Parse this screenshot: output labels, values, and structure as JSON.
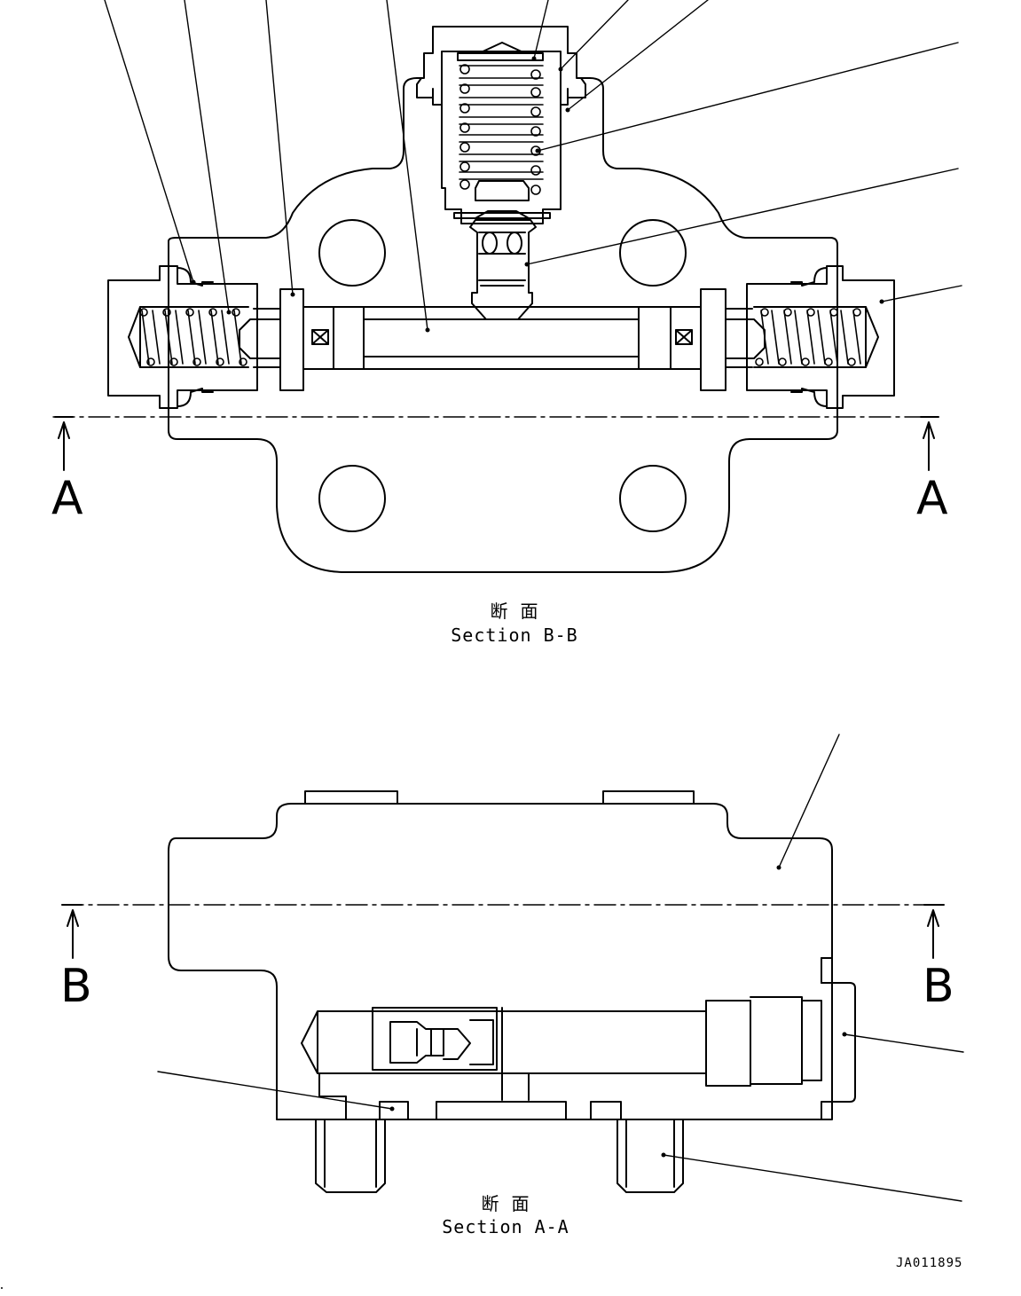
{
  "section_bb": {
    "caption_jp": "断 面",
    "caption_en": "Section B-B",
    "cut_label_left": "A",
    "cut_label_right": "A"
  },
  "section_aa": {
    "caption_jp": "断 面",
    "caption_en": "Section A-A",
    "cut_label_left": "B",
    "cut_label_right": "B"
  },
  "drawing_code": "JA011895",
  "colors": {
    "ink": "#000000",
    "paper": "#ffffff"
  }
}
